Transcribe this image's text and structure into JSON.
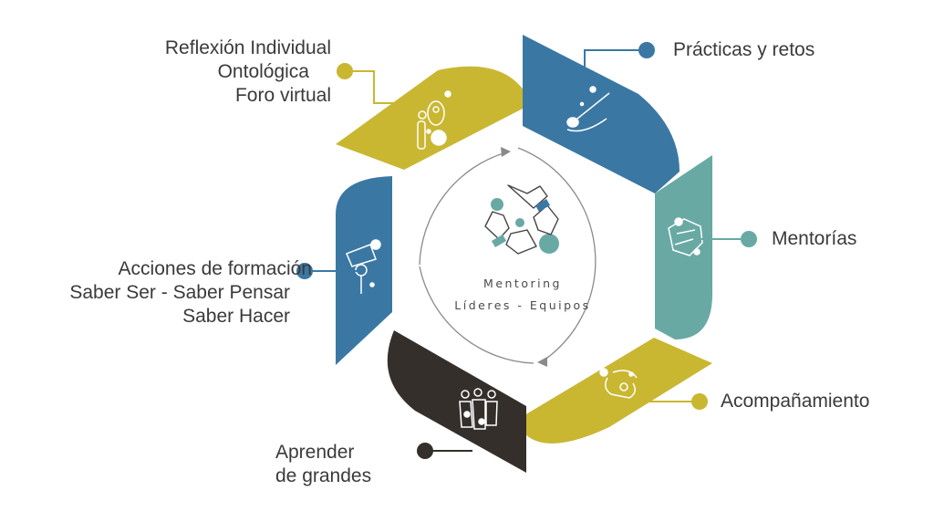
{
  "center": {
    "line1": "Mentoring",
    "line2": "Líderes - Equipos",
    "icon": "hands-circle-icon"
  },
  "colors": {
    "olive": "#c9b732",
    "blue": "#3a78a3",
    "teal": "#69a9a4",
    "dark": "#352f2c",
    "text": "#3a3a3a",
    "arrow": "#8a8a8a"
  },
  "segments": [
    {
      "id": "reflexion",
      "color": "olive",
      "icon": "people-ideas-icon",
      "lines": [
        "Reflexión Individual",
        "Ontológica",
        "Foro virtual"
      ]
    },
    {
      "id": "practicas",
      "color": "blue",
      "icon": "paintbrush-icon",
      "lines": [
        "Prácticas y retos"
      ]
    },
    {
      "id": "mentorias",
      "color": "teal",
      "icon": "hands-icon",
      "lines": [
        "Mentorías"
      ]
    },
    {
      "id": "acompanamiento",
      "color": "olive",
      "icon": "handshake-icon",
      "lines": [
        "Acompañamiento"
      ]
    },
    {
      "id": "aprender",
      "color": "dark",
      "icon": "group-people-icon",
      "lines": [
        "Aprender",
        "de grandes"
      ]
    },
    {
      "id": "acciones",
      "color": "blue",
      "icon": "laptop-person-icon",
      "lines": [
        "Acciones de formación",
        "Saber Ser - Saber Pensar",
        "Saber Hacer"
      ]
    }
  ]
}
